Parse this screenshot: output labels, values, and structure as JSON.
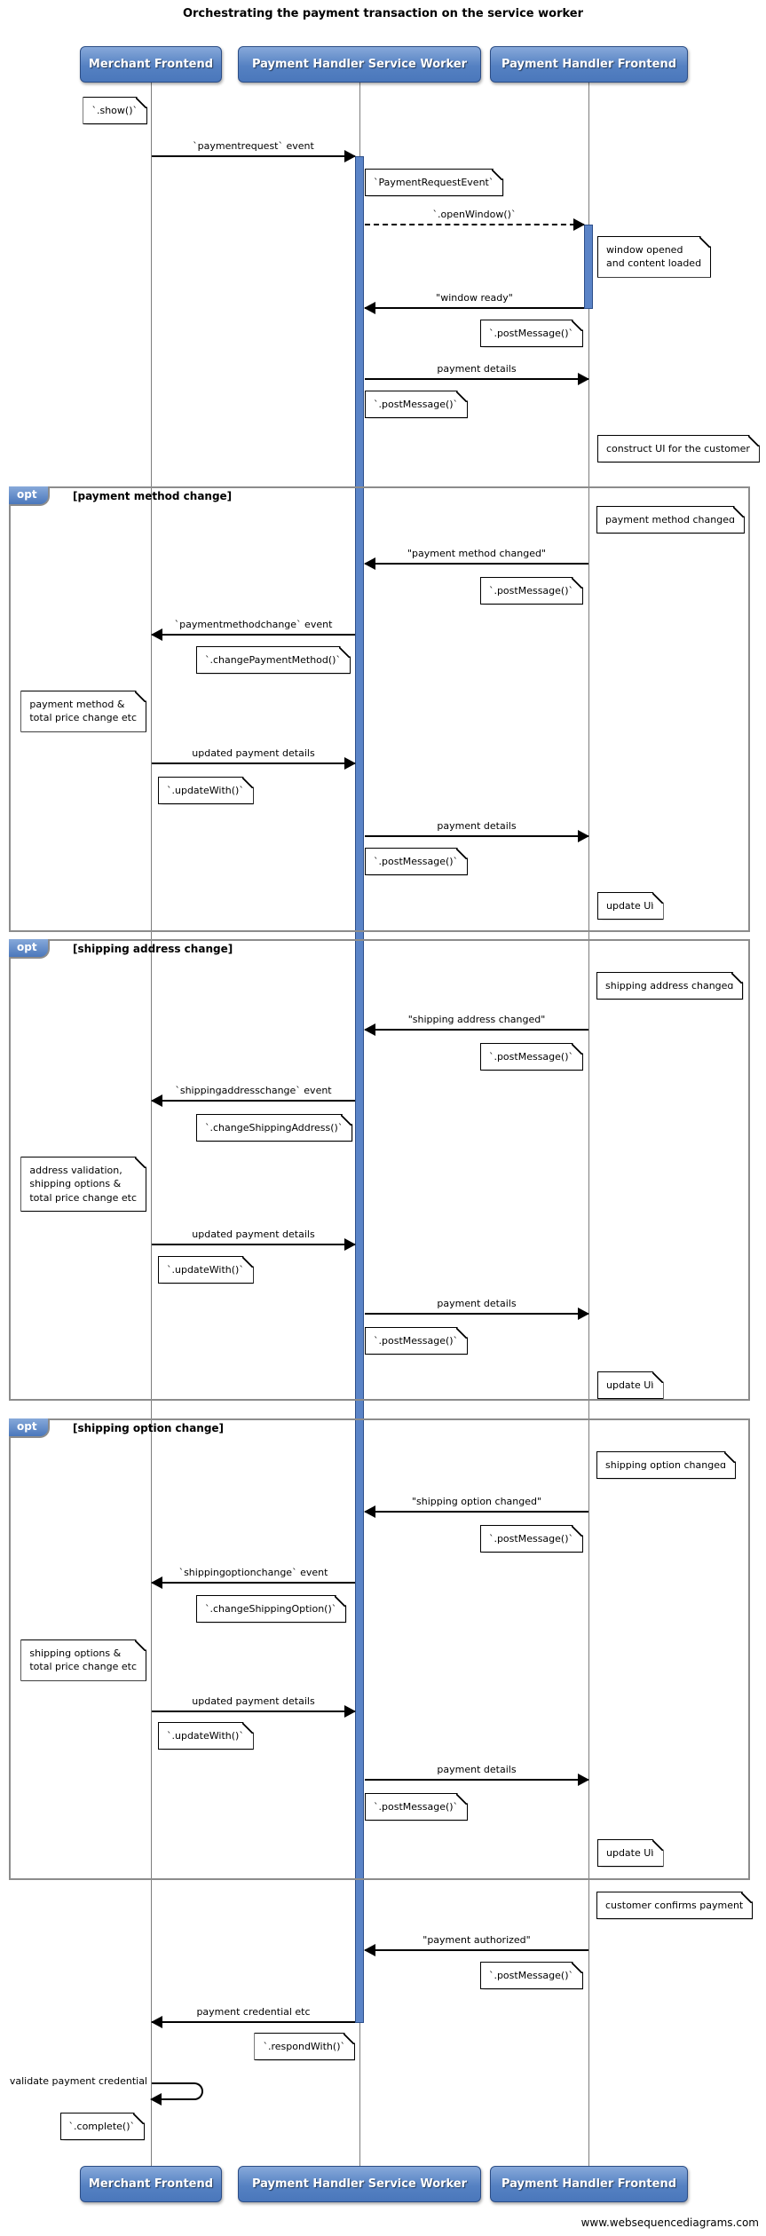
{
  "title": "Orchestrating the payment transaction on the service worker",
  "footer": "www.websequencediagrams.com",
  "participants": {
    "merchant": "Merchant Frontend",
    "service_worker": "Payment Handler Service Worker",
    "handler_frontend": "Payment Handler Frontend"
  },
  "opt": {
    "keyword": "opt",
    "conditions": [
      "[payment method change]",
      "[shipping address change]",
      "[shipping option change]"
    ]
  },
  "messages": {
    "paymentrequest_event": "`paymentrequest` event",
    "open_window": "`.openWindow()`",
    "window_ready": "\"window ready\"",
    "payment_details": "payment details",
    "payment_method_changed": "\"payment method changed\"",
    "paymentmethodchange_event": "`paymentmethodchange` event",
    "updated_payment_details": "updated payment details",
    "shipping_address_changed": "\"shipping address changed\"",
    "shippingaddresschange_event": "`shippingaddresschange` event",
    "shipping_option_changed": "\"shipping option changed\"",
    "shippingoptionchange_event": "`shippingoptionchange` event",
    "payment_authorized": "\"payment authorized\"",
    "payment_credential": "payment credential etc",
    "validate_payment_credential": "validate payment credential"
  },
  "notes": {
    "show": "`.show()`",
    "payment_request_event": "`PaymentRequestEvent`",
    "window_opened": "window opened\nand content loaded",
    "post_message": "`.postMessage()`",
    "construct_ui": "construct UI for the customer",
    "payment_method_changed": "payment method changed",
    "change_payment_method": "`.changePaymentMethod()`",
    "payment_method_total": "payment method &\ntotal price change etc",
    "update_with": "`.updateWith()`",
    "update_ui": "update UI",
    "shipping_address_changed": "shipping address changed",
    "change_shipping_address": "`.changeShippingAddress()`",
    "address_validation": "address validation,\nshipping options &\ntotal price change etc",
    "shipping_option_changed": "shipping option changed",
    "change_shipping_option": "`.changeShippingOption()`",
    "shipping_options_total": "shipping options &\ntotal price change etc",
    "customer_confirms": "customer confirms payment",
    "respond_with": "`.respondWith()`",
    "complete": "`.complete()`"
  },
  "colors": {
    "participant_blue": "#4a77bb",
    "participant_border": "#2c4d85",
    "activation_blue": "#5b84c7",
    "frame_gray": "#8c8c8c",
    "note_bg": "#ffffff",
    "text": "#000000"
  }
}
